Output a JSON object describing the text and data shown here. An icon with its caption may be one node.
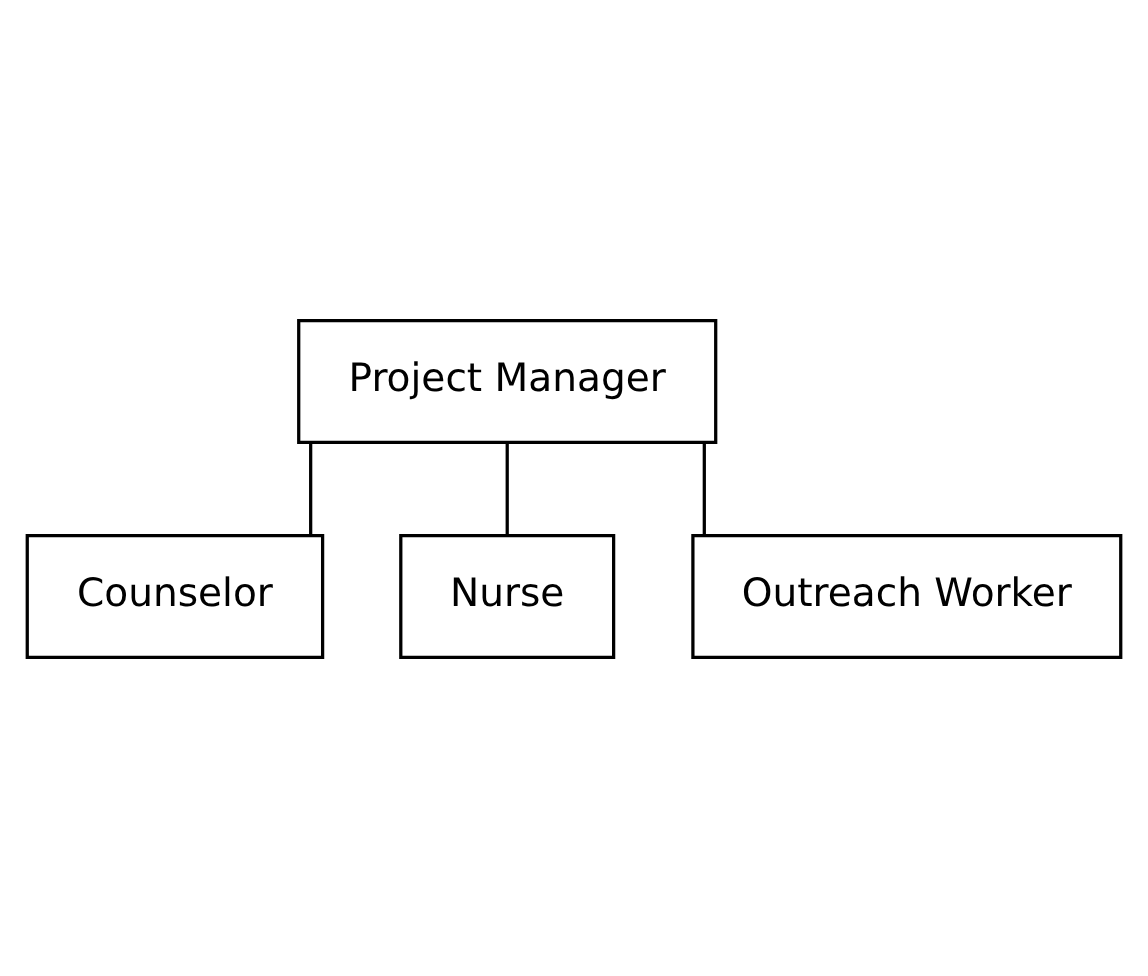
{
  "diagram": {
    "nodes": [
      {
        "text": [
          "Project Manager"
        ]
      },
      {
        "text": [
          "Counselor"
        ]
      },
      {
        "text": [
          "Nurse"
        ]
      },
      {
        "text": [
          "Outreach Worker"
        ]
      }
    ],
    "edges": [
      {
        "from": 0,
        "to": 1,
        "arrow": "none"
      },
      {
        "from": 0,
        "to": 2,
        "arrow": "none"
      },
      {
        "from": 0,
        "to": 3,
        "arrow": "none"
      }
    ]
  }
}
